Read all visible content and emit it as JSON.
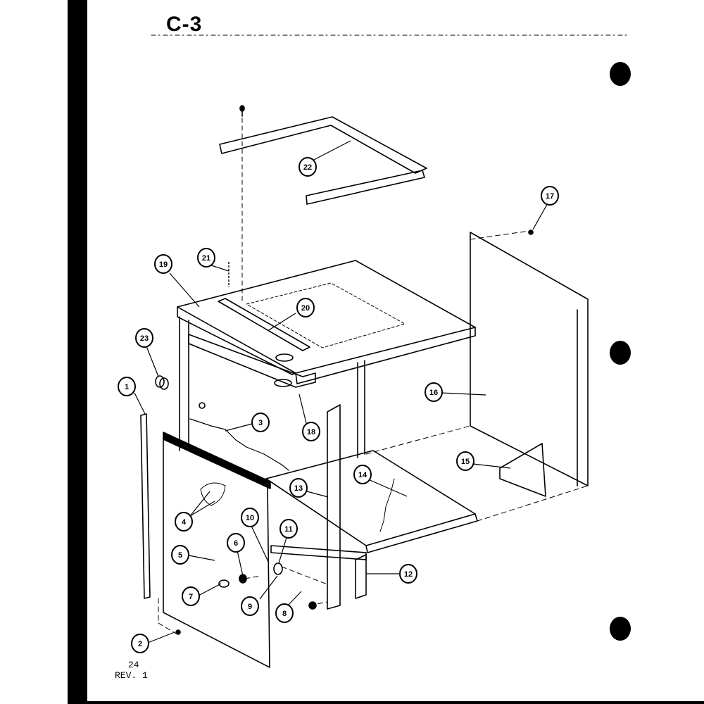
{
  "title": "C-3",
  "footer": {
    "page": "24",
    "revision": "REV. 1"
  },
  "callouts": [
    {
      "id": "1",
      "label": "1"
    },
    {
      "id": "2",
      "label": "2"
    },
    {
      "id": "3",
      "label": "3"
    },
    {
      "id": "4",
      "label": "4"
    },
    {
      "id": "5",
      "label": "5"
    },
    {
      "id": "6",
      "label": "6"
    },
    {
      "id": "7",
      "label": "7"
    },
    {
      "id": "8",
      "label": "8"
    },
    {
      "id": "9",
      "label": "9"
    },
    {
      "id": "10",
      "label": "10"
    },
    {
      "id": "11",
      "label": "11"
    },
    {
      "id": "12",
      "label": "12"
    },
    {
      "id": "13",
      "label": "13"
    },
    {
      "id": "14",
      "label": "14"
    },
    {
      "id": "15",
      "label": "15"
    },
    {
      "id": "16",
      "label": "16"
    },
    {
      "id": "17",
      "label": "17"
    },
    {
      "id": "18",
      "label": "18"
    },
    {
      "id": "19",
      "label": "19"
    },
    {
      "id": "20",
      "label": "20"
    },
    {
      "id": "21",
      "label": "21"
    },
    {
      "id": "22",
      "label": "22"
    },
    {
      "id": "23",
      "label": "23"
    }
  ]
}
